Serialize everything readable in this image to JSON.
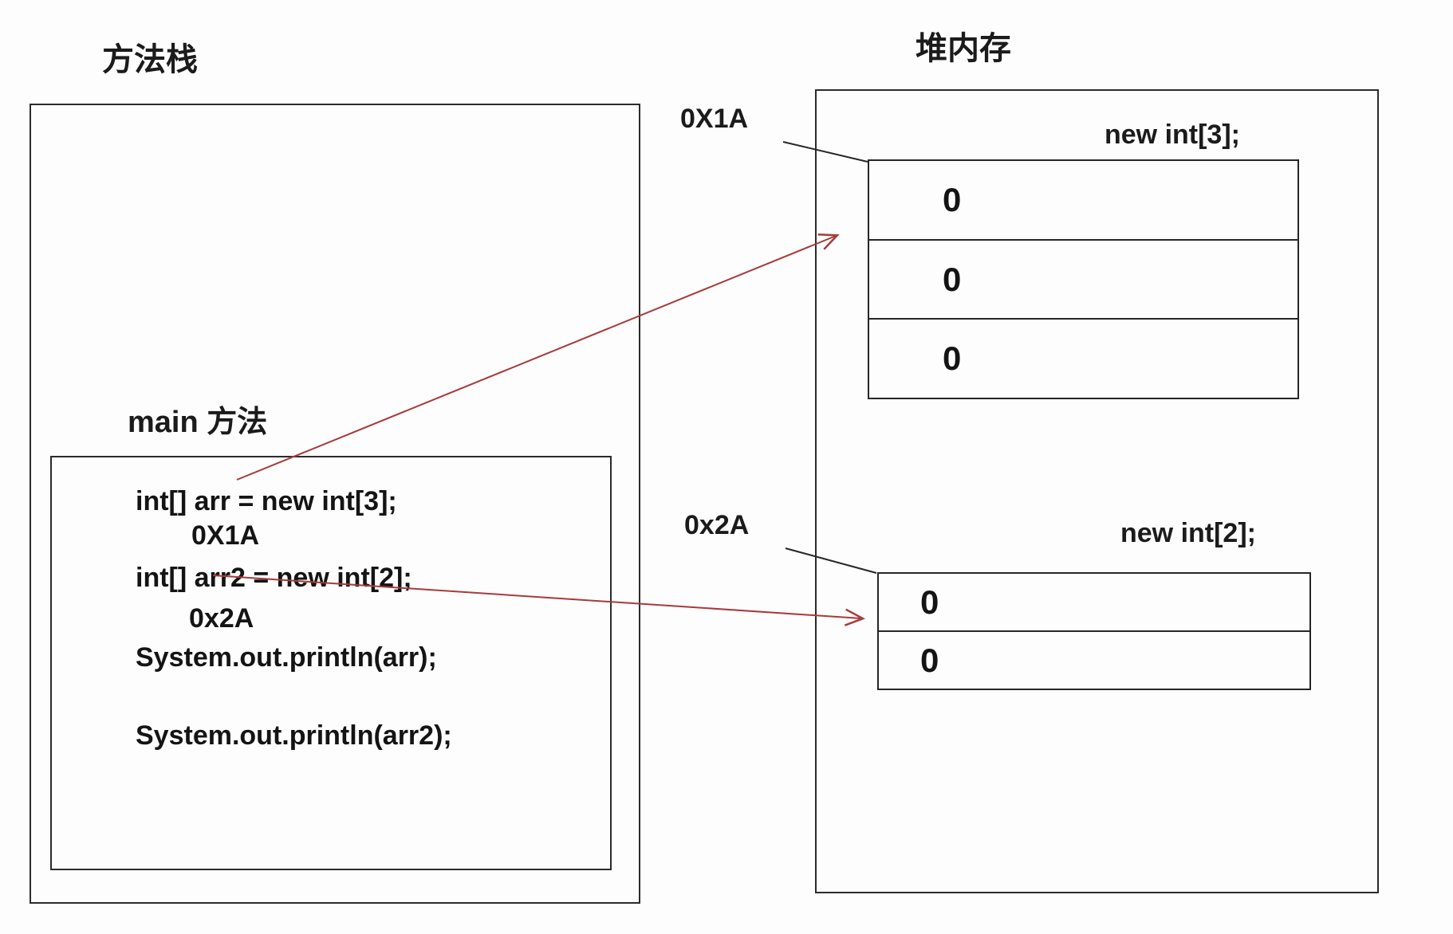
{
  "stack": {
    "title": "方法栈",
    "main_frame_label": "main 方法",
    "code": {
      "line_arr": "int[] arr = new int[3];",
      "addr_arr": "0X1A",
      "line_arr2": "int[] arr2 = new int[2];",
      "addr_arr2": "0x2A",
      "line_print_arr": "System.out.println(arr);",
      "line_print_arr2": "System.out.println(arr2);"
    }
  },
  "heap": {
    "title": "堆内存",
    "array1": {
      "address_label": "0X1A",
      "title": "new int[3];",
      "cells": [
        "0",
        "0",
        "0"
      ]
    },
    "array2": {
      "address_label": "0x2A",
      "title": "new int[2];",
      "cells": [
        "0",
        "0"
      ]
    }
  },
  "colors": {
    "arrow_red": "#a83a3a",
    "line_black": "#262626"
  }
}
